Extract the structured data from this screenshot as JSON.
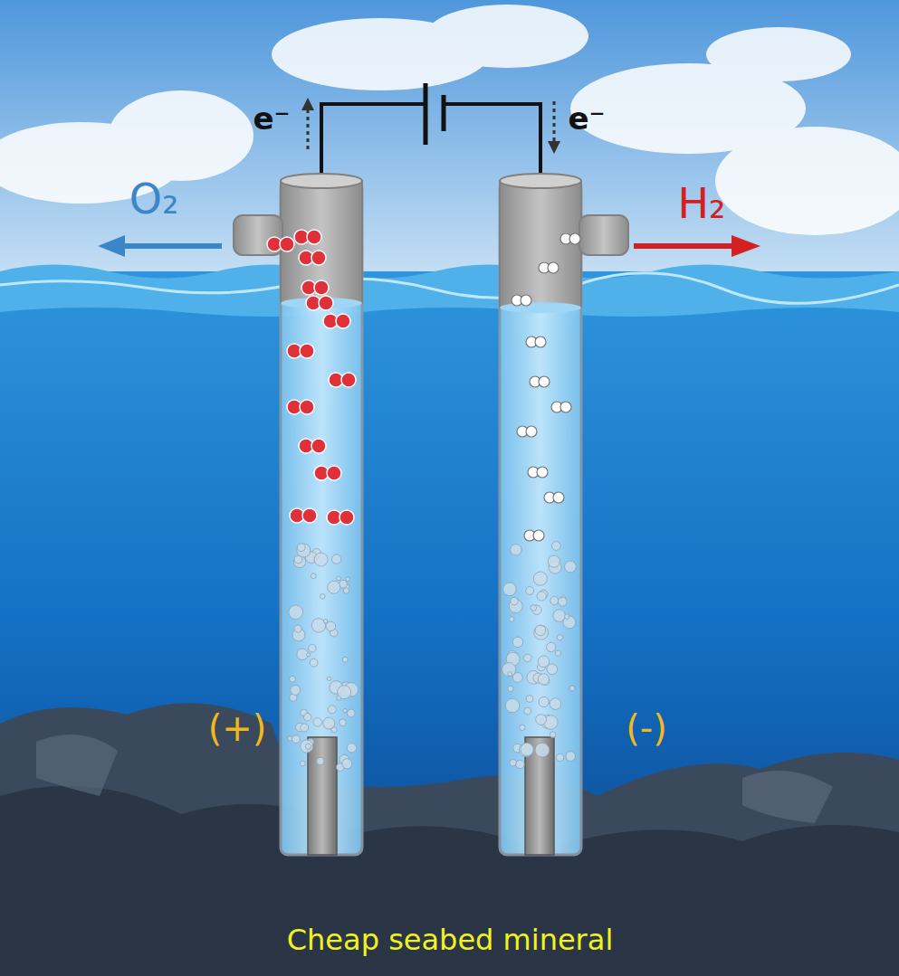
{
  "diagram": {
    "labels": [
      "e⁻",
      "e⁻",
      "O₂",
      "H₂",
      "(+)",
      "(-)",
      "Cheap seabed mineral"
    ]
  }
}
